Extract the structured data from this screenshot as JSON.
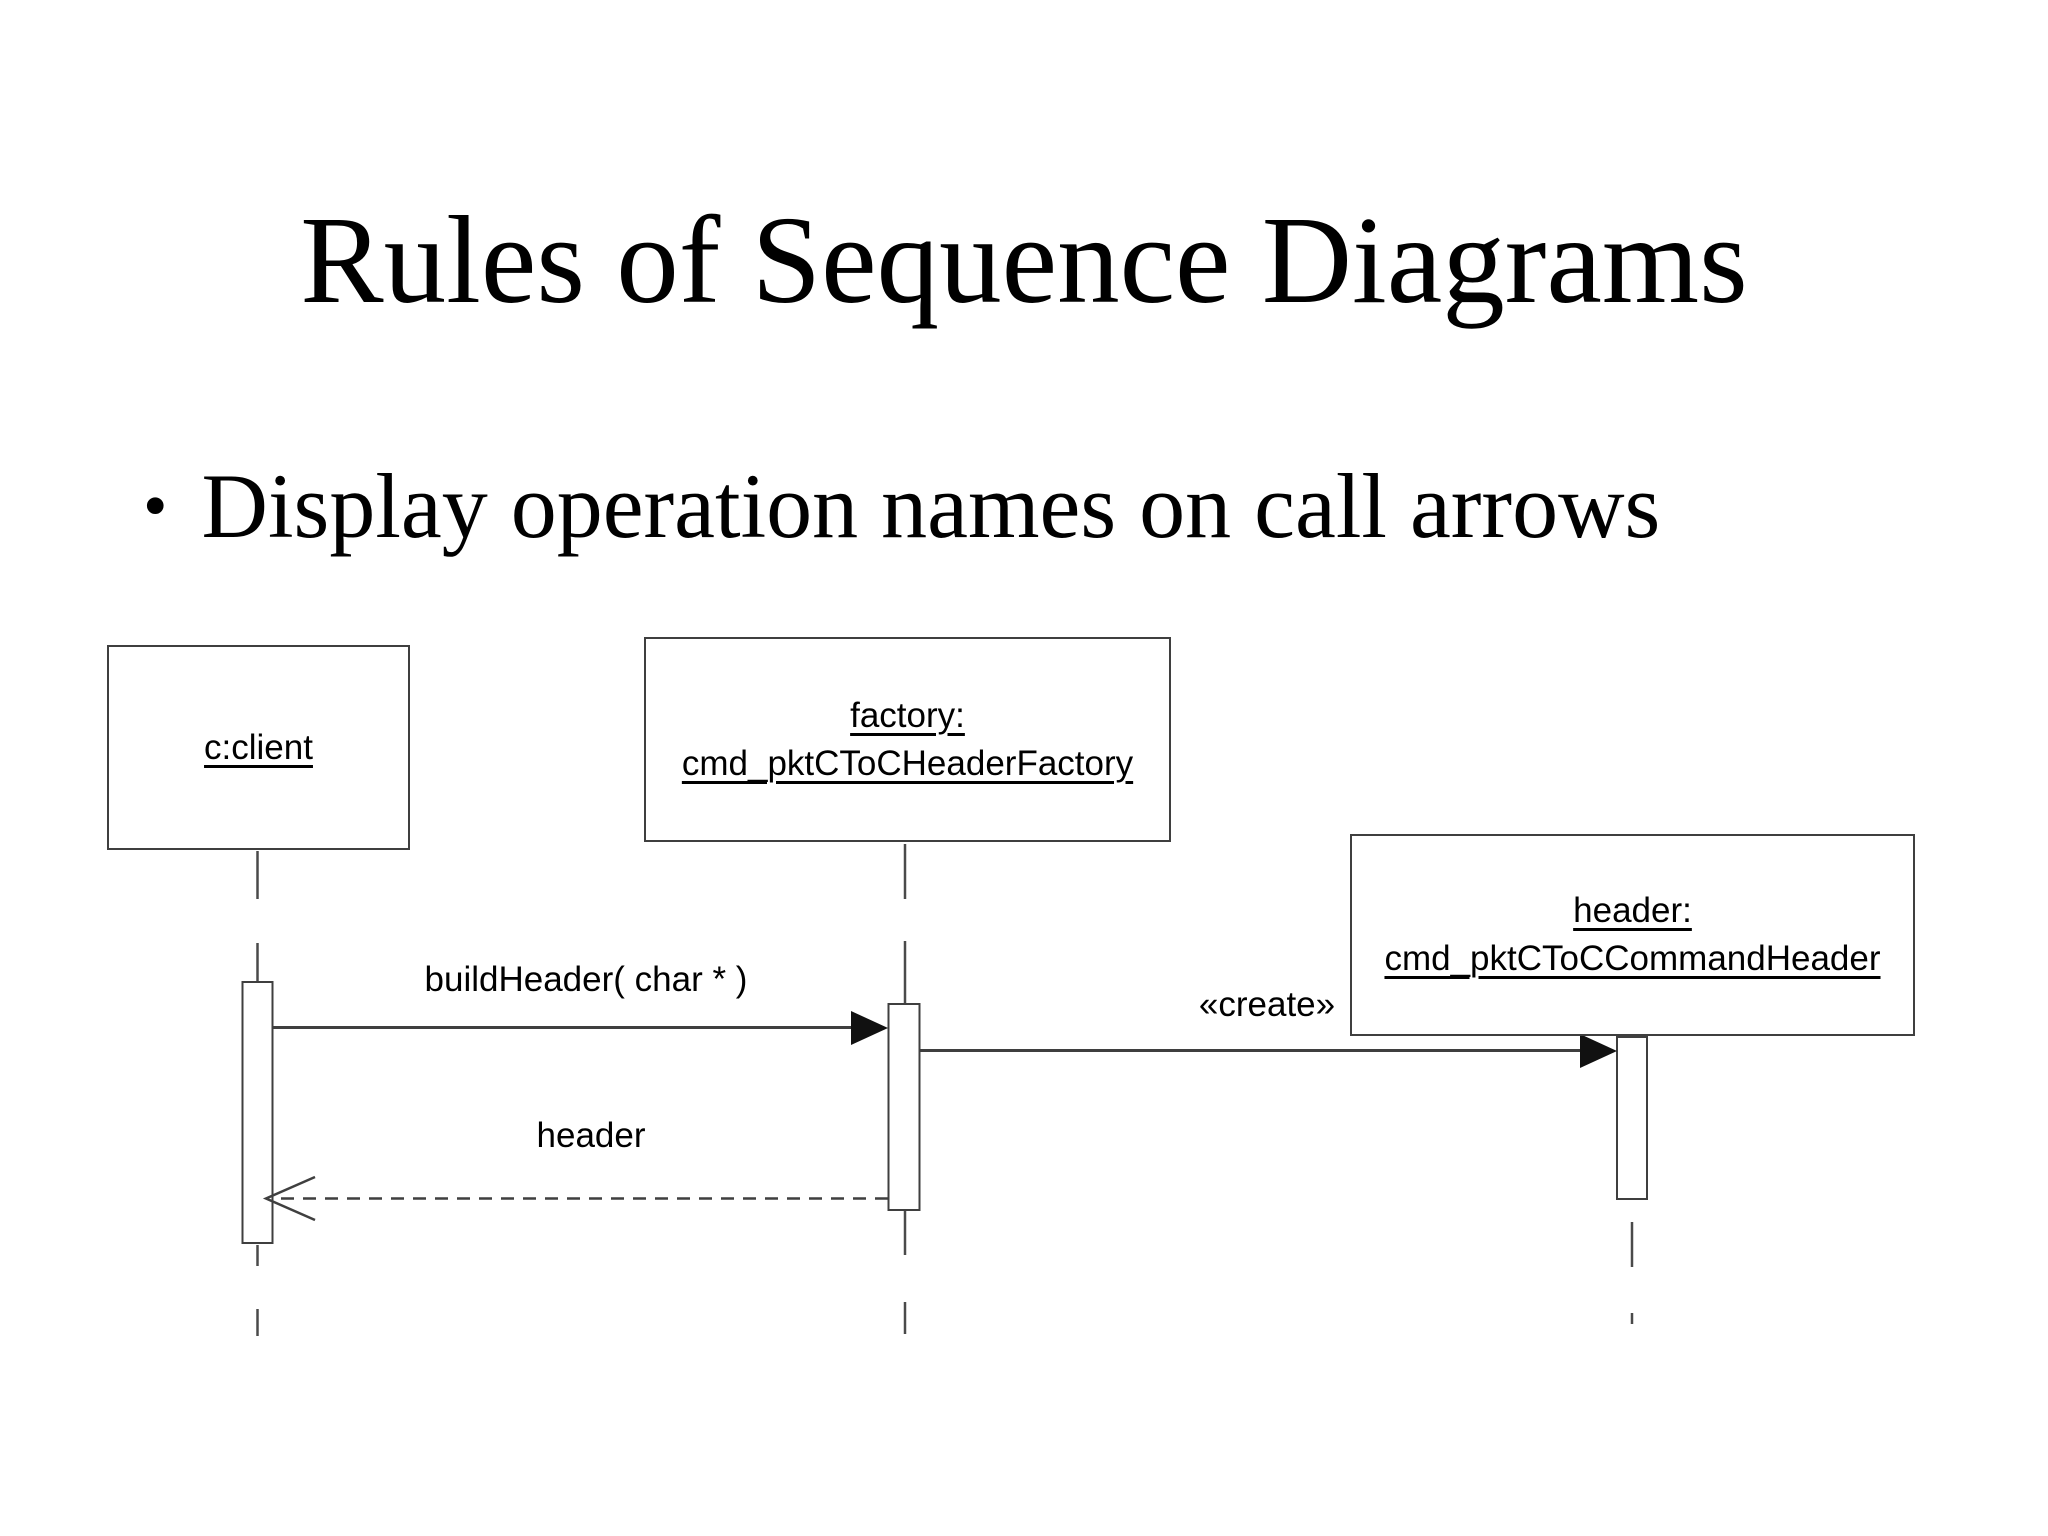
{
  "slide": {
    "title": "Rules of Sequence Diagrams",
    "bullet_glyph": "•",
    "bullet": "Display operation names on call arrows"
  },
  "diagram": {
    "objects": [
      {
        "id": "client",
        "line1": "c:client",
        "line2": ""
      },
      {
        "id": "factory",
        "line1": "factory:",
        "line2": "cmd_pktCToCHeaderFactory"
      },
      {
        "id": "header",
        "line1": "header:",
        "line2": "cmd_pktCToCCommandHeader"
      }
    ],
    "messages": [
      {
        "label": "buildHeader( char * )",
        "type": "synchronous-call",
        "from": "client",
        "to": "factory"
      },
      {
        "label": "«create»",
        "type": "create-call",
        "from": "factory",
        "to": "header"
      },
      {
        "label": "header",
        "type": "dashed-return",
        "from": "factory",
        "to": "client"
      }
    ],
    "colors": {
      "background": "#ffffff",
      "line": "#3f3f3f",
      "lifeline": "#4a4a4a",
      "arrowhead_fill": "#111111",
      "text": "#000000"
    }
  }
}
